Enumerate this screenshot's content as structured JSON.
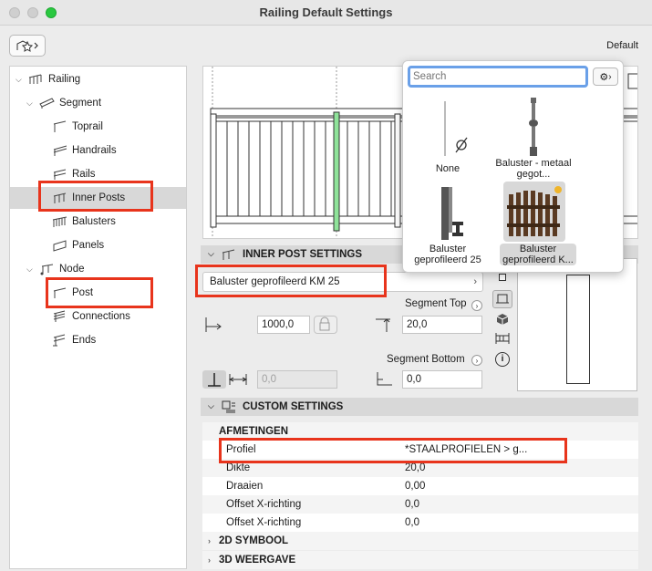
{
  "window": {
    "title": "Railing Default Settings",
    "default_label": "Default"
  },
  "tree": {
    "items": [
      {
        "label": "Railing",
        "level": 0,
        "expanded": true
      },
      {
        "label": "Segment",
        "level": 1,
        "expanded": true
      },
      {
        "label": "Toprail",
        "level": 2
      },
      {
        "label": "Handrails",
        "level": 2
      },
      {
        "label": "Rails",
        "level": 2
      },
      {
        "label": "Inner Posts",
        "level": 2,
        "selected": true
      },
      {
        "label": "Balusters",
        "level": 2
      },
      {
        "label": "Panels",
        "level": 2
      },
      {
        "label": "Node",
        "level": 1,
        "expanded": true
      },
      {
        "label": "Post",
        "level": 2
      },
      {
        "label": "Connections",
        "level": 2
      },
      {
        "label": "Ends",
        "level": 2
      }
    ]
  },
  "inner_post": {
    "section_title": "INNER POST SETTINGS",
    "profile_select": "Baluster geprofileerd KM 25",
    "segment_top_label": "Segment Top",
    "segment_top_value": "20,0",
    "offset_value": "1000,0",
    "segment_bottom_label": "Segment Bottom",
    "segment_bottom_value": "0,0",
    "disabled_value": "0,0"
  },
  "custom": {
    "section_title": "CUSTOM SETTINGS",
    "group_title": "AFMETINGEN",
    "rows": [
      {
        "key": "Profiel",
        "value": "*STAALPROFIELEN > g..."
      },
      {
        "key": "Dikte",
        "value": "20,0"
      },
      {
        "key": "Draaien",
        "value": "0,00"
      },
      {
        "key": "Offset X-richting",
        "value": "0,0"
      },
      {
        "key": "Offset X-richting",
        "value": "0,0"
      }
    ],
    "collapsed_groups": [
      "2D SYMBOOL",
      "3D WEERGAVE"
    ]
  },
  "popup": {
    "search_placeholder": "Search",
    "items": [
      {
        "label": "None",
        "icon": "none-icon"
      },
      {
        "label": "Baluster - metaal gegot...",
        "icon": "cast-baluster-icon"
      },
      {
        "label": "Baluster geprofileerd 25",
        "icon": "profiled-baluster-icon"
      },
      {
        "label": "Baluster geprofileerd K...",
        "icon": "wooden-fence-icon",
        "selected": true
      }
    ]
  },
  "colors": {
    "highlight": "#e8341c",
    "focus": "#6aa0e8",
    "selected_post": "#8fe39a"
  }
}
